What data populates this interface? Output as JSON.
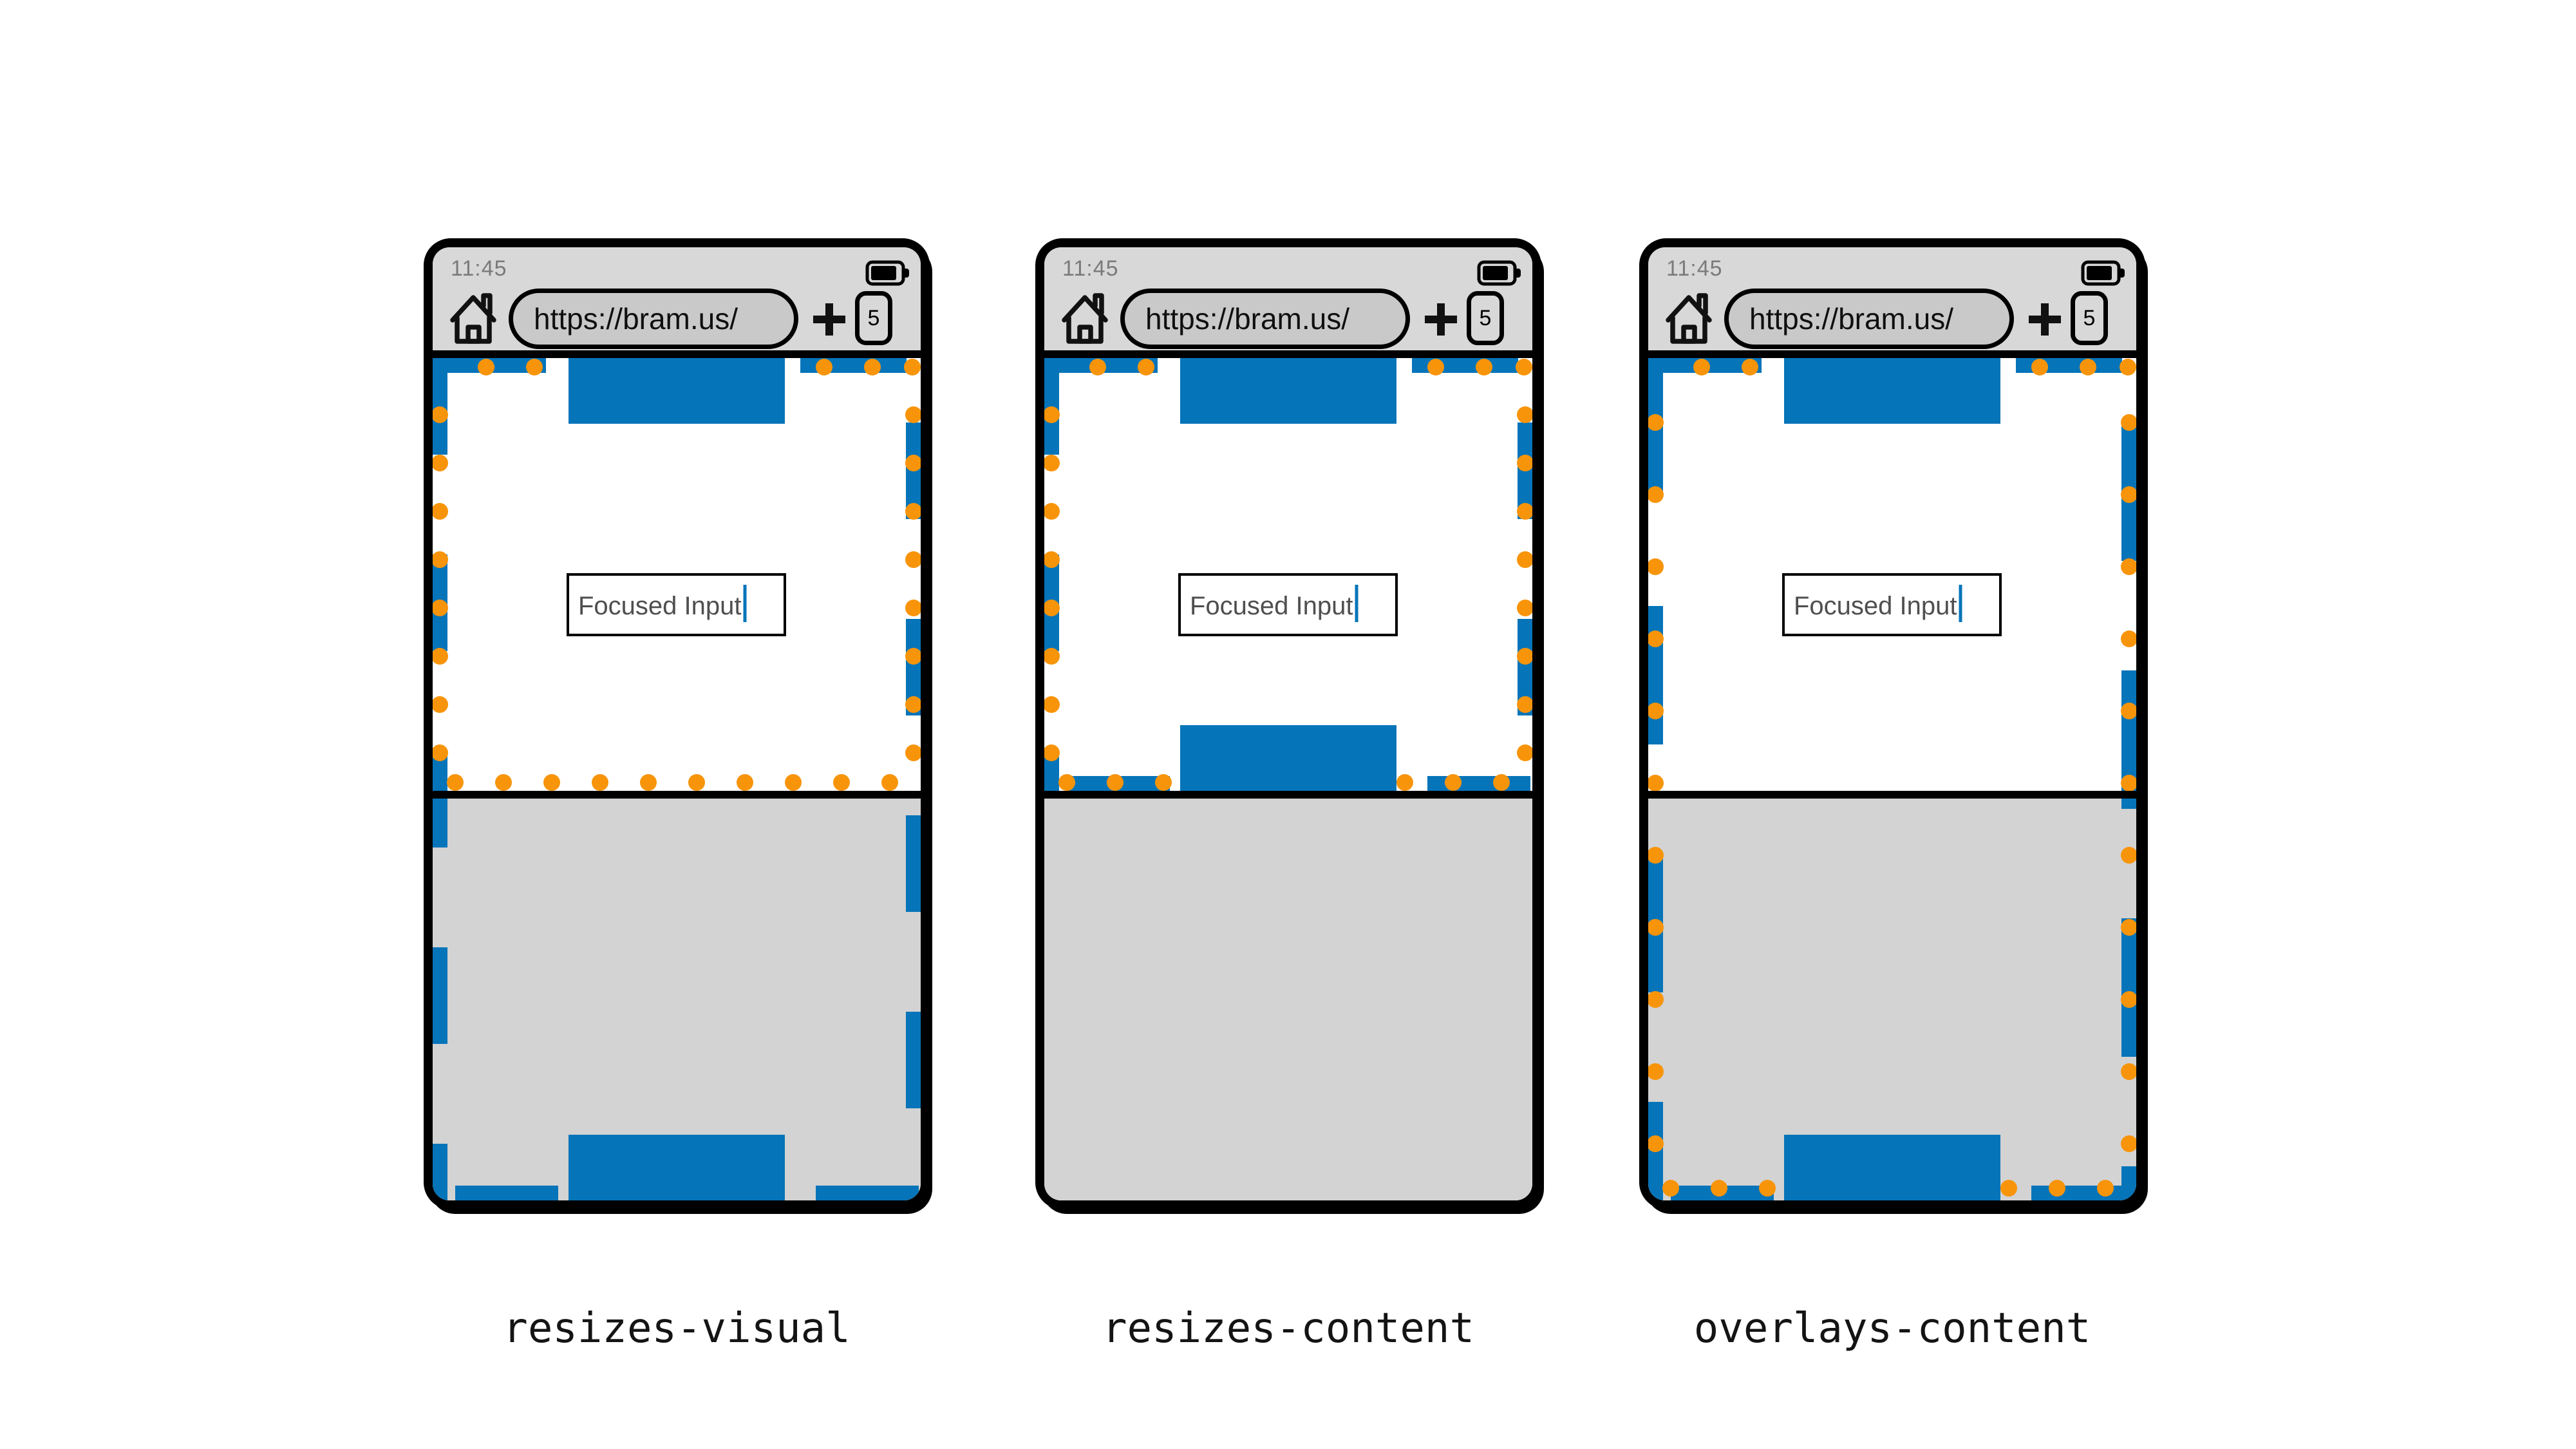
{
  "title": "virtual keyboard viewport behavior diagram",
  "browser": {
    "time": "11:45",
    "url": "https://bram.us/",
    "tab_count": "5",
    "home_icon": "home-icon",
    "battery_icon": "battery-icon",
    "new_tab_icon": "plus-icon"
  },
  "input": {
    "value": "Focused Input"
  },
  "phones": [
    {
      "mode": "visual",
      "label": "resizes-visual"
    },
    {
      "mode": "content",
      "label": "resizes-content"
    },
    {
      "mode": "overlay",
      "label": "overlays-content"
    }
  ],
  "colors": {
    "blue": "#0674b9",
    "orange": "#f8940a",
    "keyboard_gray": "#d3d3d3",
    "header_gray": "#d8d8d8",
    "pill_gray": "#c9c9c9",
    "black": "#000000",
    "status_text": "#7a7a7a",
    "input_text": "#4f4f4f"
  }
}
